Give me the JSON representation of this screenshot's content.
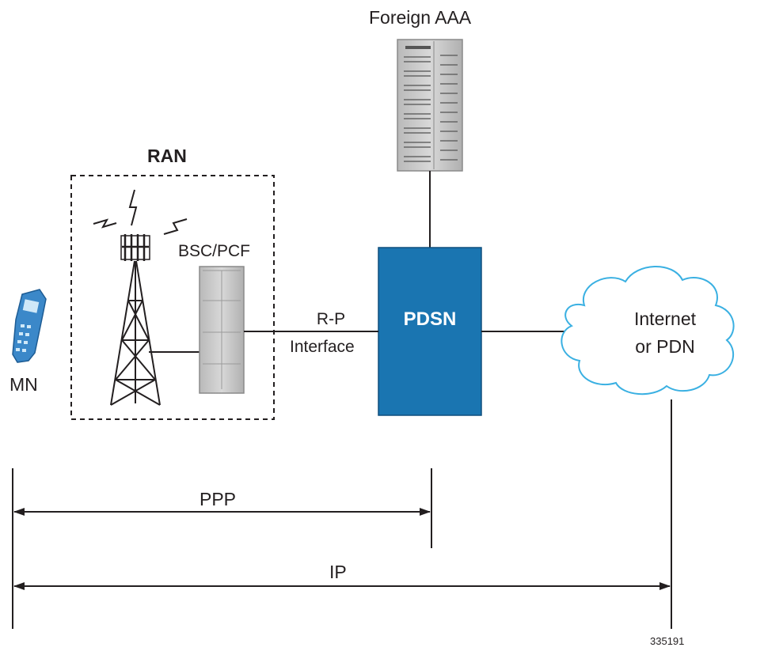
{
  "labels": {
    "foreign_aaa": "Foreign AAA",
    "ran": "RAN",
    "bsc_pcf": "BSC/PCF",
    "rp_line1": "R-P",
    "rp_line2": "Interface",
    "pdsn": "PDSN",
    "internet_line1": "Internet",
    "internet_line2": "or PDN",
    "mn": "MN",
    "ppp": "PPP",
    "ip": "IP",
    "figure_id": "335191"
  },
  "colors": {
    "pdsn_fill": "#1a75b1",
    "pdsn_text": "#ffffff",
    "line": "#231f20",
    "cloud_stroke": "#3ab0e2",
    "handset": "#3b88c9",
    "server_gray": "#c8c8c8"
  },
  "icons": {
    "handset": "mobile-phone-icon",
    "tower": "cell-tower-icon",
    "bsc": "bsc-cabinet-icon",
    "aaa": "server-rack-icon",
    "cloud": "cloud-icon"
  }
}
